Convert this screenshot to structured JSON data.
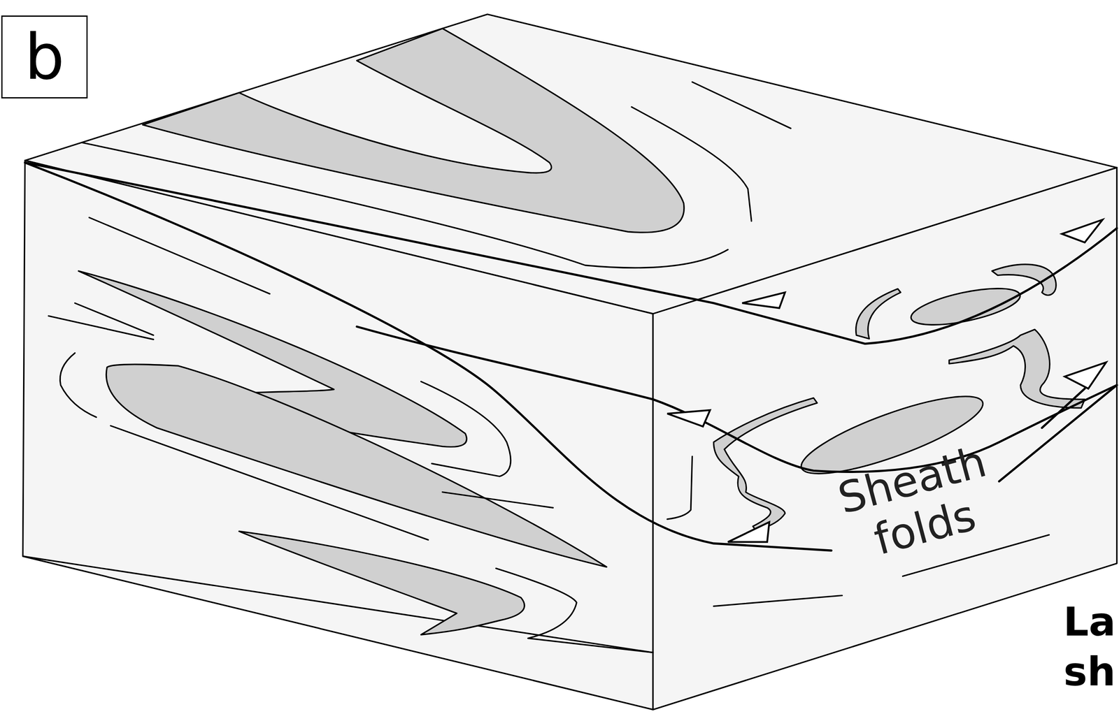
{
  "diagram": {
    "nodes": [
      {
        "text": [
          "b"
        ]
      }
    ],
    "labels": [
      "Sheath folds",
      "La sh"
    ]
  }
}
